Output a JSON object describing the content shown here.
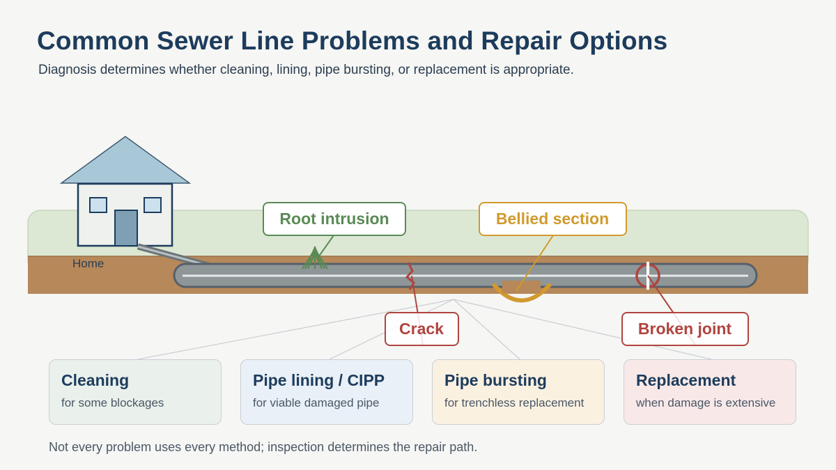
{
  "title": "Common Sewer Line Problems and Repair Options",
  "subtitle": "Diagnosis determines whether cleaning, lining, pipe bursting, or replacement is appropriate.",
  "diagram": {
    "home_label": "Home",
    "problems": {
      "root": "Root intrusion",
      "belly": "Bellied section",
      "crack": "Crack",
      "joint": "Broken joint"
    }
  },
  "options": [
    {
      "title": "Cleaning",
      "desc": "for some blockages",
      "color": "#eaf1ec"
    },
    {
      "title": "Pipe lining / CIPP",
      "desc": "for viable damaged pipe",
      "color": "#e9f0f7"
    },
    {
      "title": "Pipe bursting",
      "desc": "for trenchless replacement",
      "color": "#fbf1e1"
    },
    {
      "title": "Replacement",
      "desc": "when damage is extensive",
      "color": "#f8e9e8"
    }
  ],
  "footnote": "Not every problem uses every method; inspection determines the repair path.",
  "colors": {
    "root": "#5a8a55",
    "belly": "#d19a2e",
    "crack": "#b0443f",
    "joint": "#b0443f",
    "heading": "#1d3c5c"
  }
}
